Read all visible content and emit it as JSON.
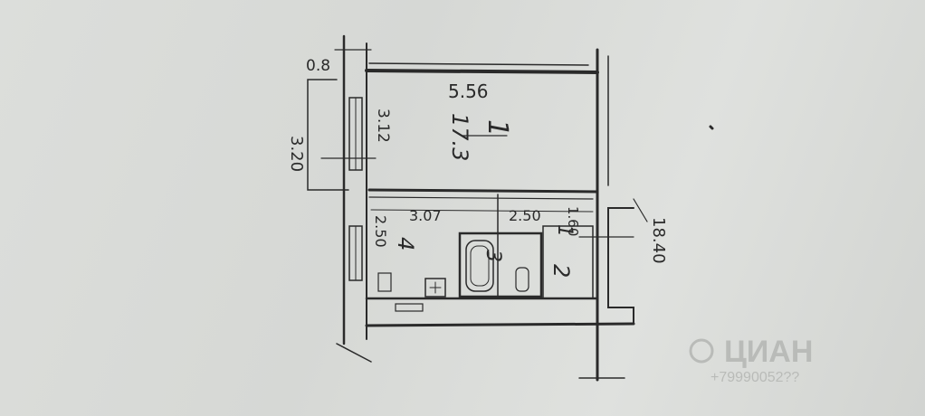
{
  "plan": {
    "dims": {
      "top_width": "5.56",
      "window_left": "0.8",
      "outer_left": "3.20",
      "room_height": "3.12",
      "kitchen_width": "3.07",
      "corridor_width": "2.50",
      "kitchen_height": "2.50",
      "hall_small": "1.60",
      "right_side": "18.40"
    },
    "rooms": {
      "room1_number": "1",
      "room1_area": "17.3",
      "kitchen_number": "4",
      "bath_number": "3",
      "wc_number": "2",
      "hall_number": "1"
    }
  },
  "watermark": {
    "brand": "ЦИАН",
    "phone": "+79990052??"
  },
  "colors": {
    "ink": "#2a2a2a",
    "paper": "#d9dbd8",
    "watermark": "#b9bbb8"
  }
}
